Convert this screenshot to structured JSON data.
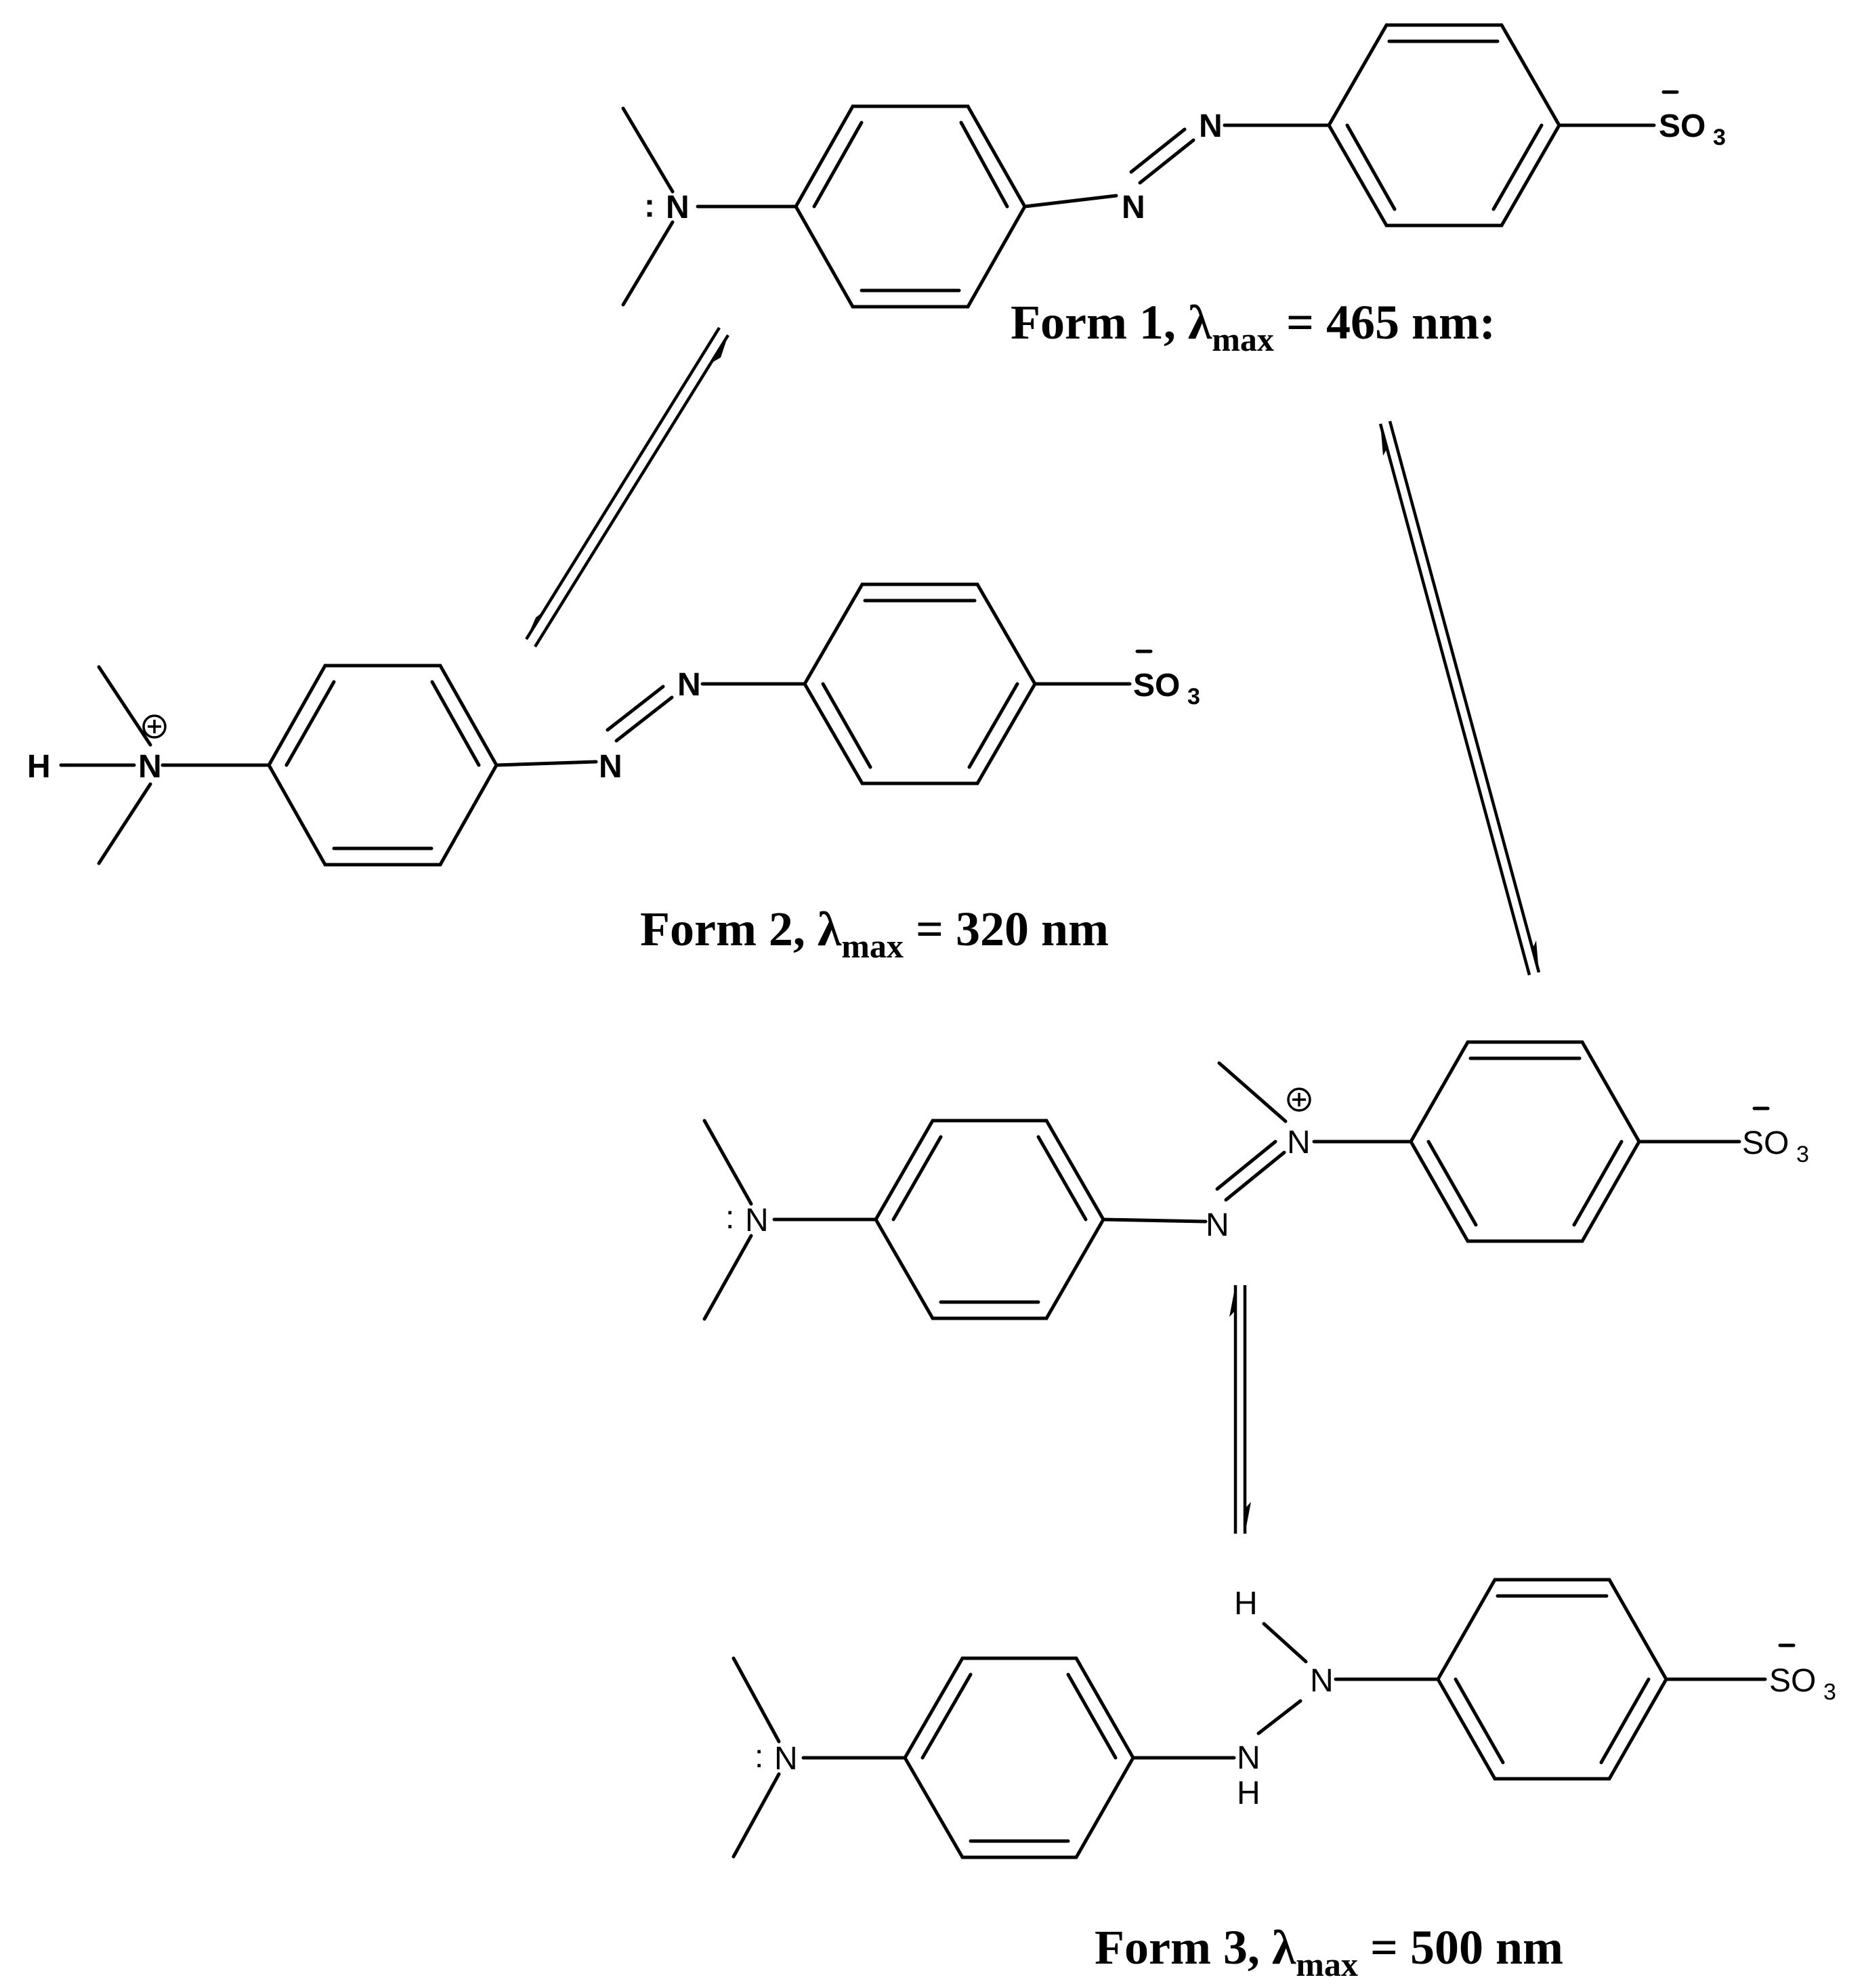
{
  "atoms": {
    "n": "N",
    "h": "H",
    "so": "SO",
    "three": "3",
    "minus": "–",
    "plus": "+",
    "lone_pair": ":"
  },
  "forms": [
    {
      "id": "form1",
      "label": "Form 1, λ",
      "subscript": "max",
      "value": " = 465 nm:"
    },
    {
      "id": "form2",
      "label": "Form 2, λ",
      "subscript": "max",
      "value": " = 320 nm"
    },
    {
      "id": "form3",
      "label": "Form 3, λ",
      "subscript": "max",
      "value": " = 500 nm"
    }
  ],
  "equilibria": [
    {
      "id": "form1-form2",
      "type": "reversible"
    },
    {
      "id": "form1-form3",
      "type": "reversible"
    },
    {
      "id": "form3-tautomer",
      "type": "reversible"
    }
  ]
}
